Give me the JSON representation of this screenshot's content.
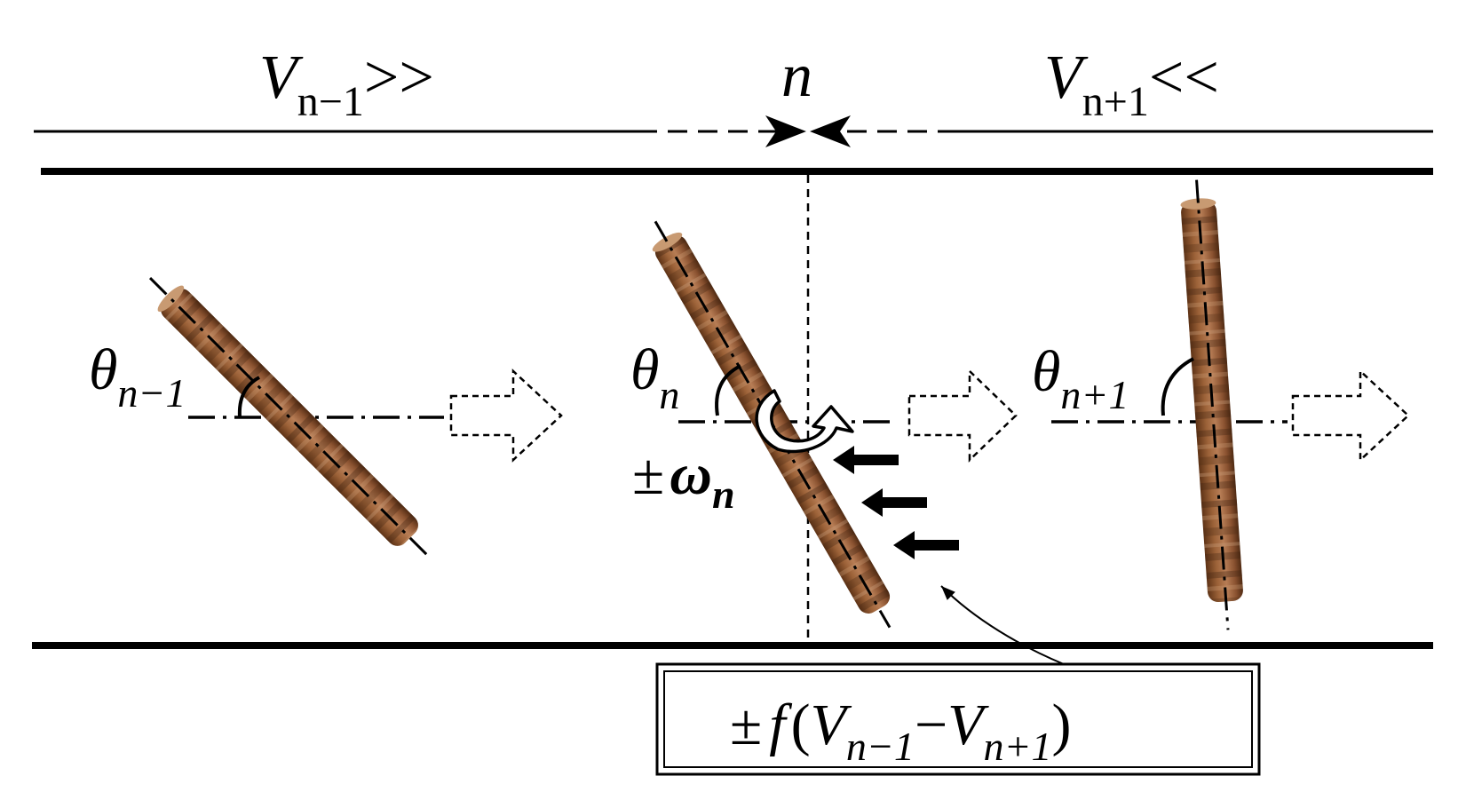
{
  "top_labels": {
    "left": {
      "base": "V",
      "sub": "n−1",
      "suffix": ">>"
    },
    "center": {
      "text": "n"
    },
    "right": {
      "base": "V",
      "sub": "n+1",
      "suffix": "<<"
    }
  },
  "angles": {
    "left": {
      "base": "θ",
      "sub": "n−1"
    },
    "center": {
      "base": "θ",
      "sub": "n"
    },
    "right": {
      "base": "θ",
      "sub": "n+1"
    }
  },
  "omega": {
    "prefix": "±",
    "base": "ω",
    "sub": "n"
  },
  "formula": {
    "prefix": "±",
    "func": "f",
    "open": "(",
    "v1": "V",
    "v1_sub": "n−1",
    "minus": "−",
    "v2": "V",
    "v2_sub": "n+1",
    "close": ")"
  },
  "colors": {
    "fiber": "#9a5e38",
    "line": "#000000"
  }
}
